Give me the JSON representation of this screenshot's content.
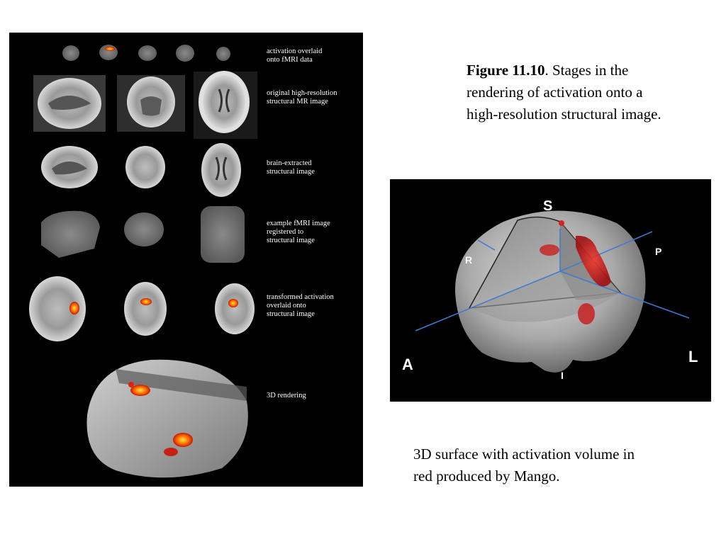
{
  "figure_caption": {
    "label": "Figure 11.10",
    "line1": ".  Stages in the",
    "line2": "rendering of activation onto a",
    "line3": "high-resolution structural image."
  },
  "stages": [
    {
      "line1": "activation overlaid",
      "line2": "onto fMRI data",
      "line3": ""
    },
    {
      "line1": "original high-resolution",
      "line2": "structural MR image",
      "line3": ""
    },
    {
      "line1": "brain-extracted",
      "line2": "structural image",
      "line3": ""
    },
    {
      "line1": "example fMRI image",
      "line2": "registered to",
      "line3": "structural image"
    },
    {
      "line1": "transformed activation",
      "line2": "overlaid onto",
      "line3": "structural image"
    },
    {
      "line1": "3D rendering",
      "line2": "",
      "line3": ""
    }
  ],
  "rendering": {
    "orientation_labels": {
      "superior": "S",
      "posterior": "P",
      "right": "R",
      "anterior": "A",
      "left": "L",
      "inferior": "I"
    },
    "caption_line1": "3D surface with activation volume in",
    "caption_line2": "red produced by Mango.",
    "axis_color": "#3b7bd4",
    "activation_color": "#d8201c"
  }
}
